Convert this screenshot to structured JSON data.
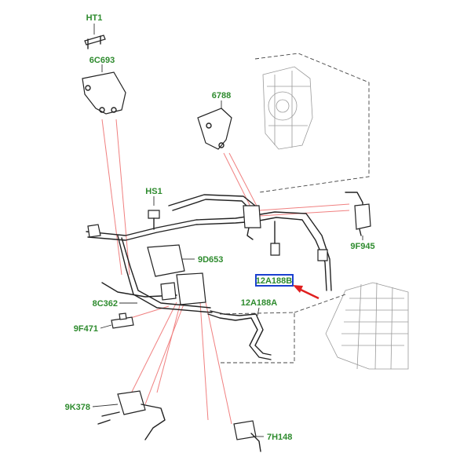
{
  "callouts": {
    "ht1": "HT1",
    "c6c693": "6C693",
    "c6788": "6788",
    "hs1": "HS1",
    "c9f945": "9F945",
    "c9d653": "9D653",
    "c12a188b": "12A188B",
    "c8c362": "8C362",
    "c12a188a": "12A188A",
    "c9f471": "9F471",
    "c9k378": "9K378",
    "c7h148": "7H148"
  },
  "highlight": {
    "part": "12A188B",
    "box_color": "#1a3fd0",
    "arrow_color": "#e02020"
  },
  "colors": {
    "label": "#2e8b2e",
    "reference_line": "#f08080"
  }
}
